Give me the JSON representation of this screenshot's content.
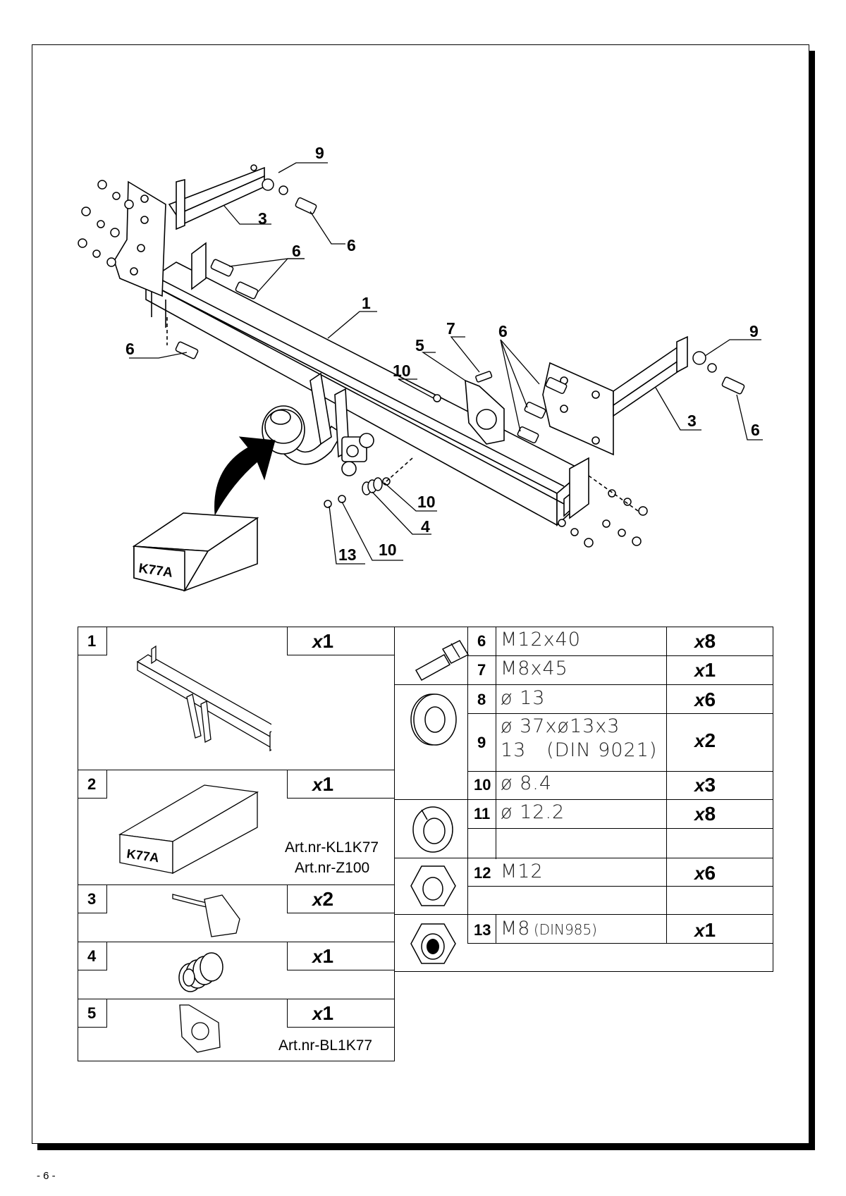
{
  "page": {
    "number": "- 6 -"
  },
  "diagram": {
    "box_label": "K77A",
    "callouts": [
      "9",
      "3",
      "6",
      "6",
      "1",
      "6",
      "7",
      "5",
      "6",
      "9",
      "10",
      "3",
      "6",
      "10",
      "4",
      "13",
      "10"
    ]
  },
  "parts_left": [
    {
      "num": "1",
      "qty_prefix": "x",
      "qty": "1",
      "art": ""
    },
    {
      "num": "2",
      "qty_prefix": "x",
      "qty": "1",
      "art": "Art.nr-KL1K77",
      "art2": "Art.nr-Z100",
      "box_label": "K77A"
    },
    {
      "num": "3",
      "qty_prefix": "x",
      "qty": "2",
      "art": ""
    },
    {
      "num": "4",
      "qty_prefix": "x",
      "qty": "1",
      "art": ""
    },
    {
      "num": "5",
      "qty_prefix": "x",
      "qty": "1",
      "art": "Art.nr-BL1K77"
    }
  ],
  "parts_right": [
    {
      "num": "6",
      "spec": "M12x40",
      "qty_prefix": "x",
      "qty": "8"
    },
    {
      "num": "7",
      "spec": "M8x45",
      "qty_prefix": "x",
      "qty": "1"
    },
    {
      "num": "8",
      "spec": "ø 13",
      "qty_prefix": "x",
      "qty": "6"
    },
    {
      "num": "9",
      "spec": "ø 37xø13x3",
      "spec2": "13   (DIN 9021)",
      "qty_prefix": "x",
      "qty": "2"
    },
    {
      "num": "10",
      "spec": "ø 8.4",
      "qty_prefix": "x",
      "qty": "3"
    },
    {
      "num": "11",
      "spec": "ø 12.2",
      "qty_prefix": "x",
      "qty": "8"
    },
    {
      "num": "12",
      "spec": "M12",
      "qty_prefix": "x",
      "qty": "6"
    },
    {
      "num": "13",
      "spec": "M8",
      "spec_small": "(DIN985)",
      "qty_prefix": "x",
      "qty": "1"
    }
  ]
}
